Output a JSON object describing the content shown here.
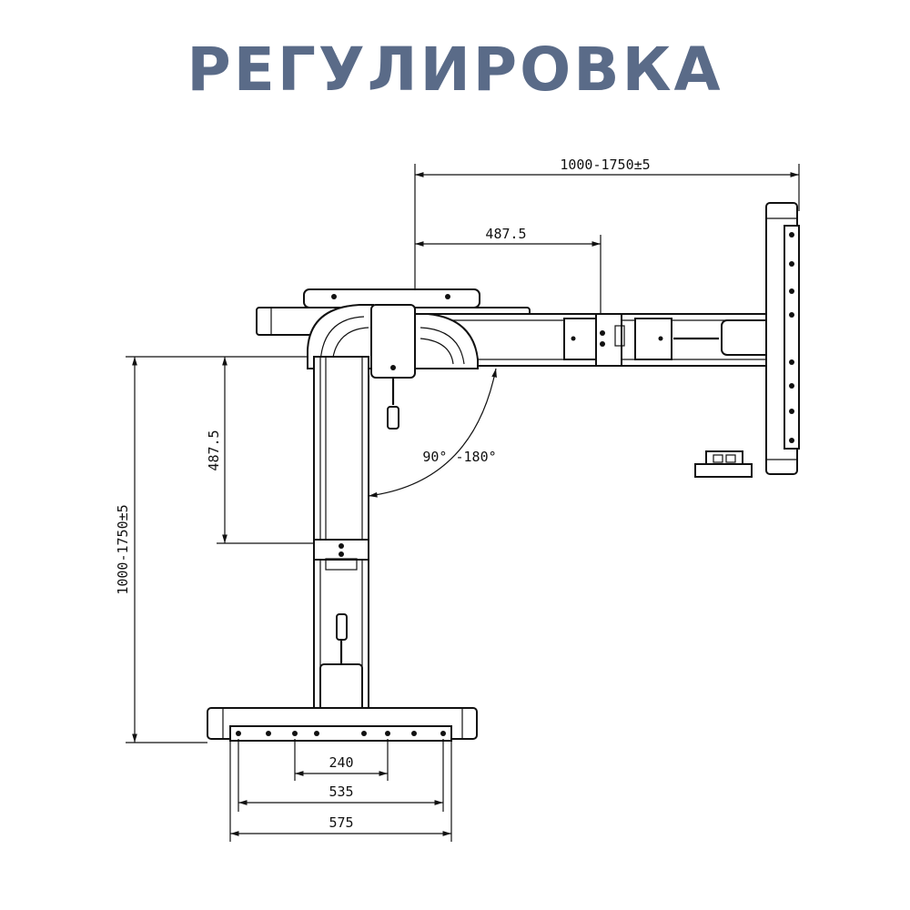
{
  "title": "РЕГУЛИРОВКА",
  "colors": {
    "title": "#5a6b88",
    "lines": "#111111"
  },
  "dimensions": {
    "width_range": "1000-1750±5",
    "beam_section": "487.5",
    "height_range": "1000-1750±5",
    "column_section": "487.5",
    "angle_range": "90° -180°",
    "foot_hole_spacing": "240",
    "foot_mid_span": "535",
    "foot_length": "575"
  }
}
